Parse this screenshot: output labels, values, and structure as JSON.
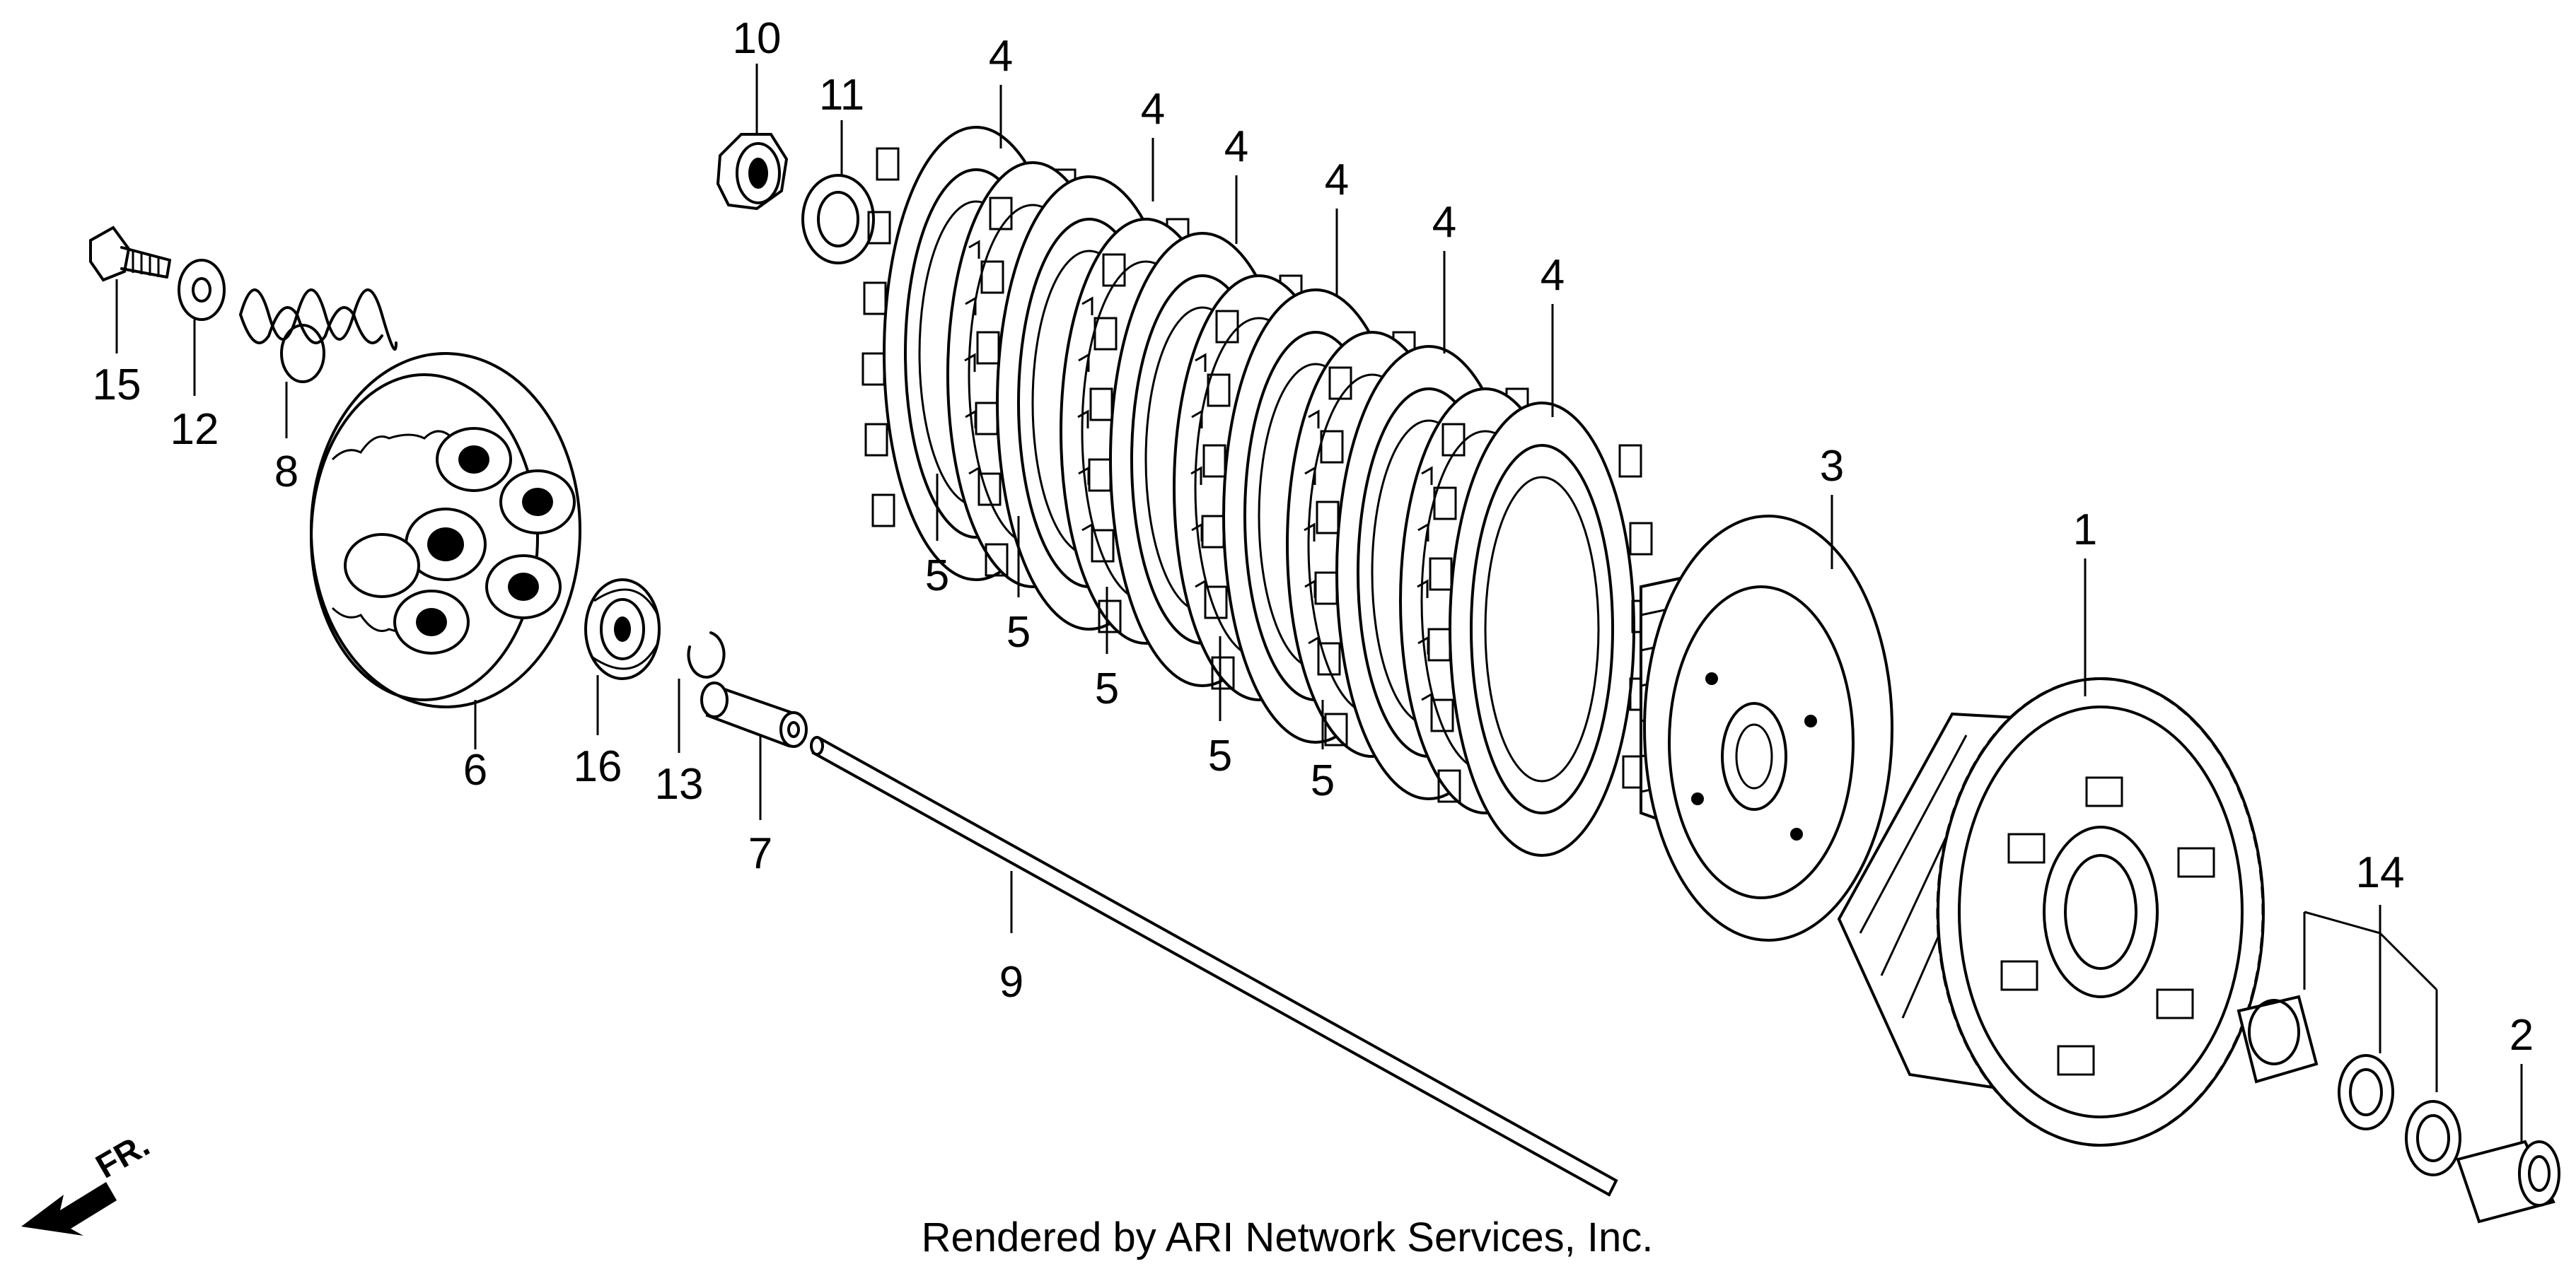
{
  "callouts": {
    "c1": "1",
    "c2": "2",
    "c3": "3",
    "c4": "4",
    "c5": "5",
    "c6": "6",
    "c7": "7",
    "c8": "8",
    "c9": "9",
    "c10": "10",
    "c11": "11",
    "c12": "12",
    "c13": "13",
    "c14": "14",
    "c15": "15",
    "c16": "16"
  },
  "direction_label": "FR.",
  "caption": "Rendered by ARI Network Services, Inc."
}
